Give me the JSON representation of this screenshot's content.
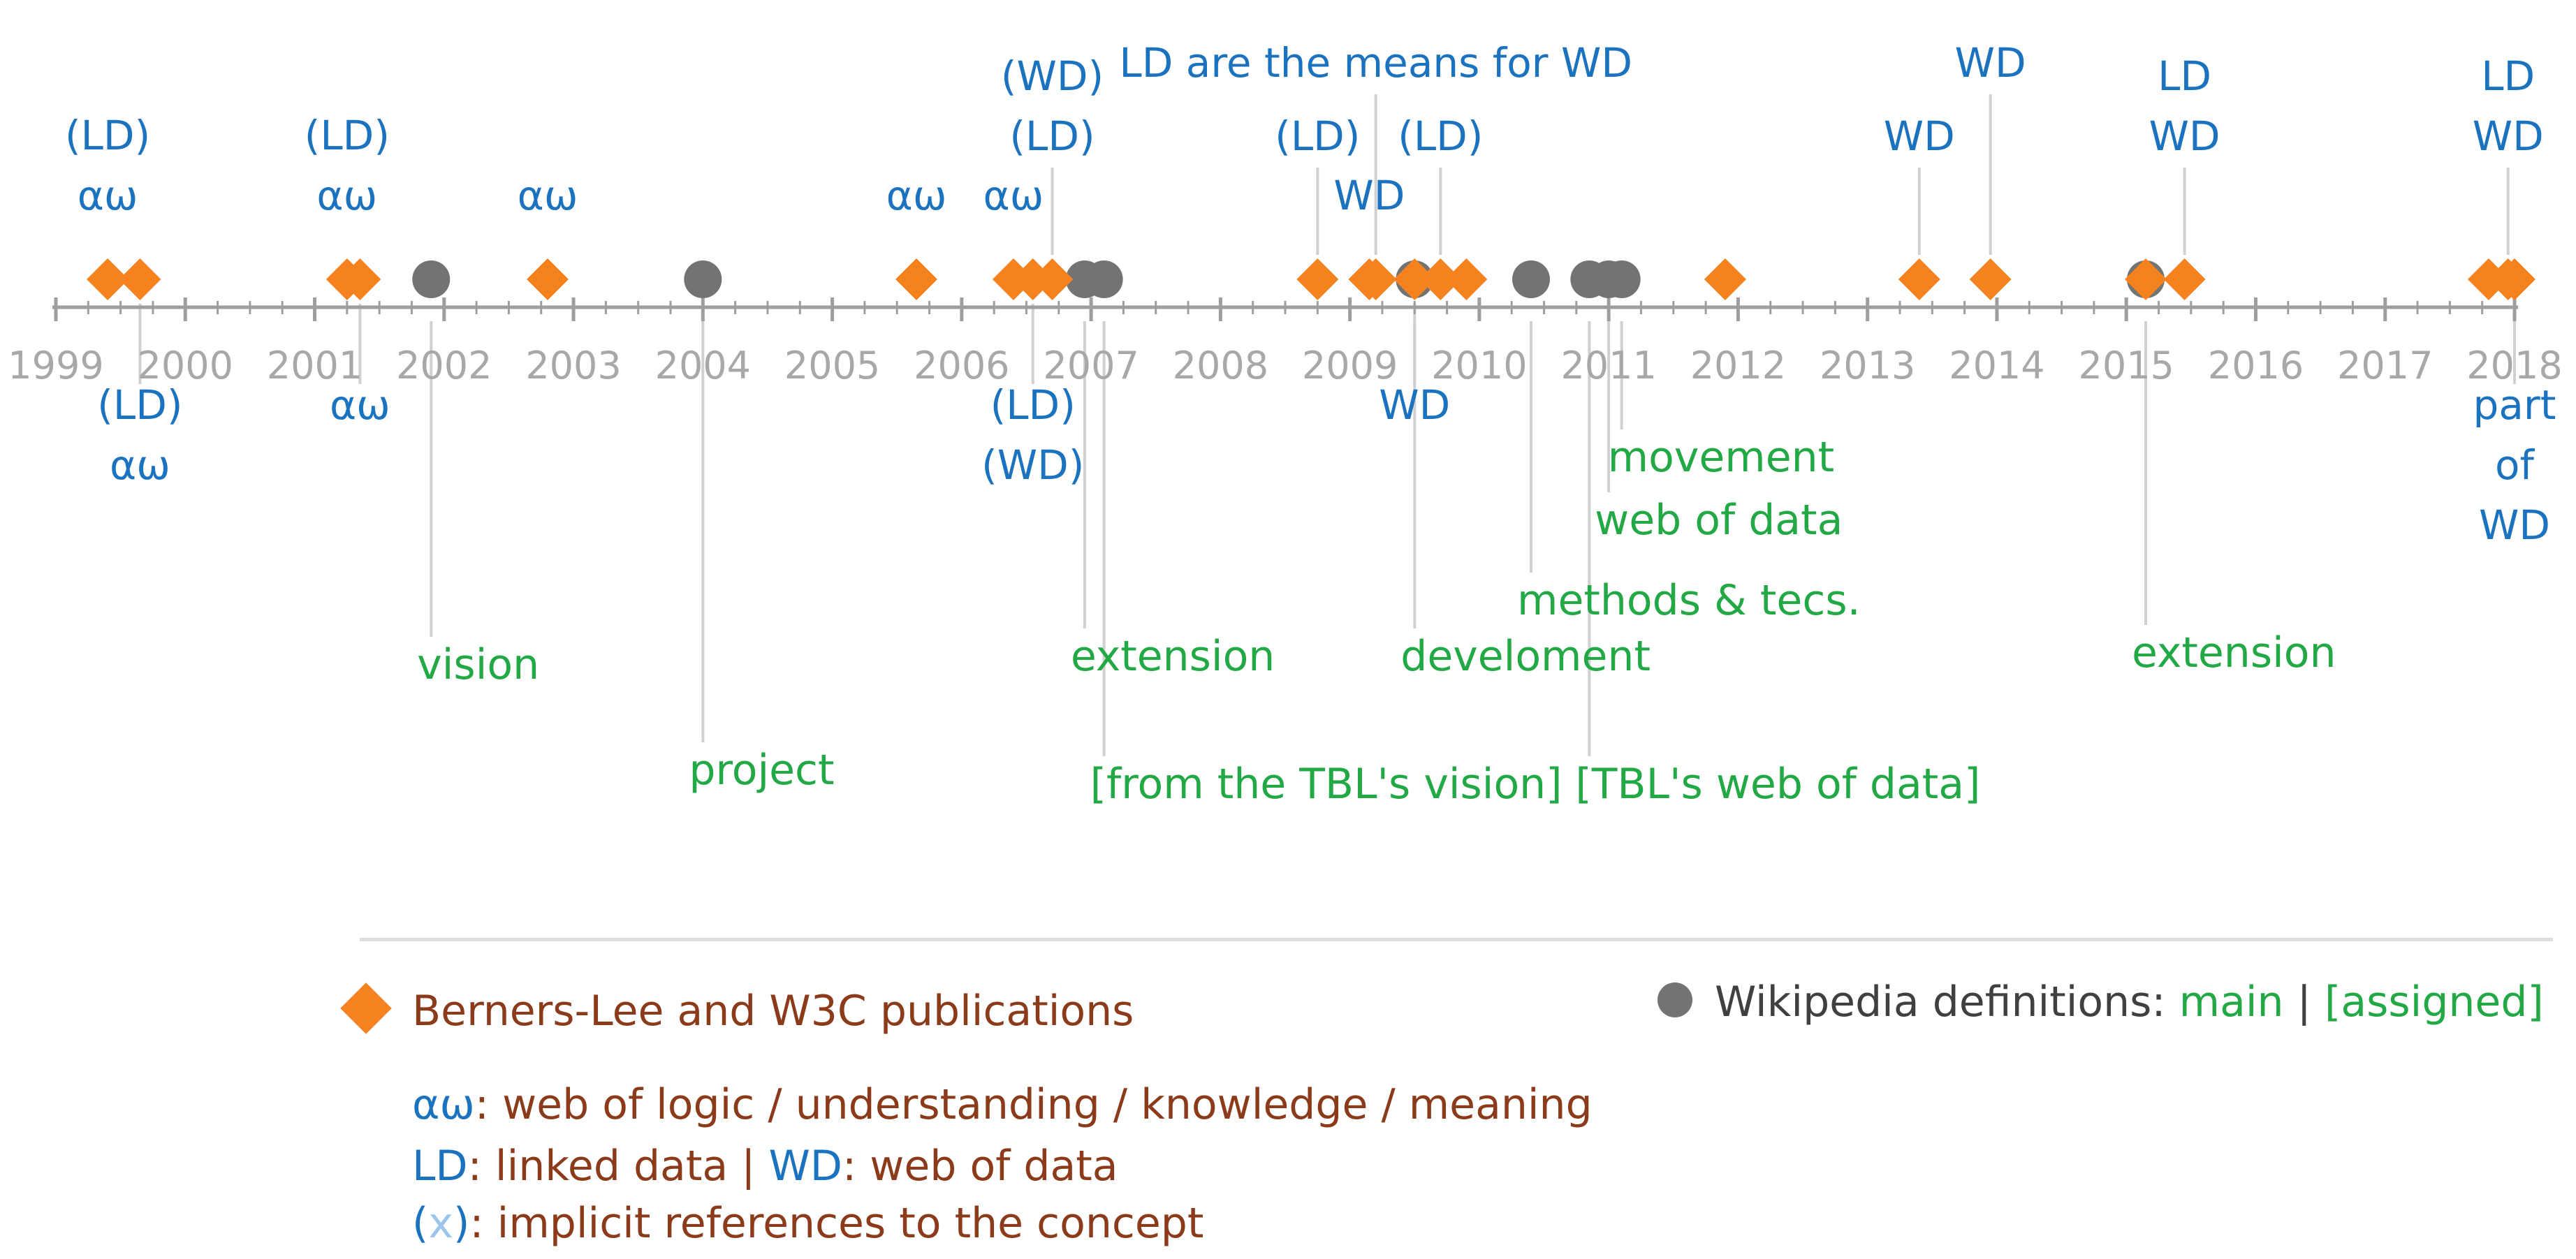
{
  "axis": {
    "start_year": 1999,
    "end_year": 2018,
    "tick_labels": [
      "1999",
      "2000",
      "2001",
      "2002",
      "2003",
      "2004",
      "2005",
      "2006",
      "2007",
      "2008",
      "2009",
      "2010",
      "2011",
      "2012",
      "2013",
      "2014",
      "2015",
      "2016",
      "2017",
      "2018"
    ]
  },
  "publications": [
    {
      "year": 1999.4,
      "labels": [
        "(LD)",
        "αω"
      ],
      "side": "above",
      "level": 0
    },
    {
      "year": 1999.65,
      "labels": [
        "(LD)",
        "αω"
      ],
      "side": "below",
      "level": 0
    },
    {
      "year": 2001.25,
      "labels": [
        "(LD)",
        "αω"
      ],
      "side": "above",
      "level": 0
    },
    {
      "year": 2001.35,
      "labels": [
        "αω"
      ],
      "side": "below",
      "level": 0
    },
    {
      "year": 2002.8,
      "labels": [
        "αω"
      ],
      "side": "above",
      "level": 0
    },
    {
      "year": 2005.65,
      "labels": [
        "αω"
      ],
      "side": "above",
      "level": 0
    },
    {
      "year": 2006.4,
      "labels": [
        "αω"
      ],
      "side": "above",
      "level": 0
    },
    {
      "year": 2006.55,
      "labels": [
        "(LD)",
        "(WD)"
      ],
      "side": "below",
      "level": 0
    },
    {
      "year": 2006.7,
      "labels": [
        "(WD)",
        "(LD)"
      ],
      "side": "above",
      "level": 1
    },
    {
      "year": 2008.75,
      "labels": [
        "(LD)"
      ],
      "side": "above",
      "level": 1
    },
    {
      "year": 2009.15,
      "labels": [
        "WD"
      ],
      "side": "above",
      "level": 0
    },
    {
      "year": 2009.2,
      "labels": [
        "LD are the means for WD"
      ],
      "side": "above",
      "level": 2
    },
    {
      "year": 2009.5,
      "labels": [
        "WD"
      ],
      "side": "below",
      "level": 0
    },
    {
      "year": 2009.7,
      "labels": [
        "(LD)"
      ],
      "side": "above",
      "level": 1
    },
    {
      "year": 2009.9,
      "labels": [],
      "side": "above",
      "level": 0
    },
    {
      "year": 2011.9,
      "labels": [],
      "side": "above",
      "level": 0
    },
    {
      "year": 2013.4,
      "labels": [
        "WD"
      ],
      "side": "above",
      "level": 1
    },
    {
      "year": 2013.95,
      "labels": [
        "WD"
      ],
      "side": "above",
      "level": 2
    },
    {
      "year": 2015.15,
      "labels": [],
      "side": "above",
      "level": 0
    },
    {
      "year": 2015.45,
      "labels": [
        "LD",
        "WD"
      ],
      "side": "above",
      "level": 1
    },
    {
      "year": 2017.8,
      "labels": [],
      "side": "above",
      "level": 0
    },
    {
      "year": 2017.95,
      "labels": [
        "LD",
        "WD"
      ],
      "side": "above",
      "level": 1
    },
    {
      "year": 2018.0,
      "labels": [
        "part",
        "of",
        "WD"
      ],
      "side": "below",
      "level": 0
    }
  ],
  "definitions": [
    {
      "year": 2001.9,
      "label": "vision"
    },
    {
      "year": 2004.0,
      "label": "project"
    },
    {
      "year": 2006.95,
      "label": "extension"
    },
    {
      "year": 2007.1,
      "label": "[from the TBL's vision]"
    },
    {
      "year": 2009.5,
      "label": "develoment"
    },
    {
      "year": 2010.4,
      "label": "methods & tecs."
    },
    {
      "year": 2010.85,
      "label": "[TBL's web of data]"
    },
    {
      "year": 2011.0,
      "label": "web of data"
    },
    {
      "year": 2011.1,
      "label": "movement"
    },
    {
      "year": 2015.15,
      "label": "extension"
    }
  ],
  "legend": {
    "publications_label": "Berners-Lee and W3C publications",
    "wikipedia_prefix": "Wikipedia definitions:",
    "wikipedia_main": "main",
    "wikipedia_sep": " | ",
    "wikipedia_assigned": "[assigned]",
    "aw_symbol": "αω",
    "aw_desc": ": web of logic / understanding / knowledge / meaning",
    "ld_abbr": "LD",
    "ld_desc": ": linked data | ",
    "wd_abbr": "WD",
    "wd_desc": ": web of data",
    "implicit_open": "(",
    "implicit_x": "x",
    "implicit_close": ")",
    "implicit_desc": ": implicit references to the concept"
  },
  "colors": {
    "publication": "#f5821f",
    "definition": "#737373",
    "pub_label": "#1b73c0",
    "def_label": "#22a845",
    "legend_text": "#8b3a1a",
    "axis": "#9e9e9e",
    "leader": "#d0d0d0"
  }
}
